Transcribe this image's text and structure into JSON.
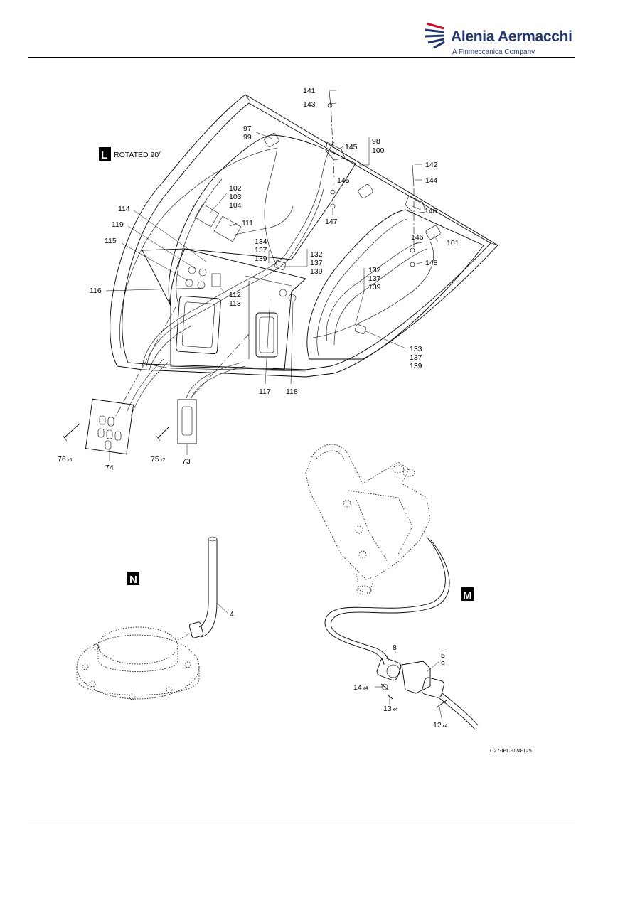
{
  "header": {
    "brand_name": "Alenia Aermacchi",
    "brand_tagline": "A Finmeccanica Company"
  },
  "colors": {
    "brand": "#24366a",
    "logo_accent": "#c8102e",
    "line": "#000000"
  },
  "views": {
    "L": {
      "letter": "L",
      "caption": "ROTATED 90°"
    },
    "N": {
      "letter": "N"
    },
    "M": {
      "letter": "M"
    }
  },
  "callouts": {
    "c141": "141",
    "c143": "143",
    "c97": "97",
    "c99": "99",
    "c145a": "145",
    "c98": "98",
    "c100": "100",
    "c142": "142",
    "c144": "144",
    "c145b": "145",
    "c102": "102",
    "c103": "103",
    "c104": "104",
    "c147": "147",
    "c146a": "146",
    "c111": "111",
    "c114": "114",
    "c119": "119",
    "c115": "115",
    "c134": "134",
    "c137a": "137",
    "c139a": "139",
    "c132a": "132",
    "c137b": "137",
    "c139b": "139",
    "c146b": "146",
    "c101": "101",
    "c148": "148",
    "c132b": "132",
    "c137c": "137",
    "c139c": "139",
    "c116": "116",
    "c112": "112",
    "c113": "113",
    "c133": "133",
    "c137d": "137",
    "c139d": "139",
    "c117": "117",
    "c118": "118",
    "c76": "76",
    "c76q": "x6",
    "c74": "74",
    "c75": "75",
    "c75q": "x2",
    "c73": "73",
    "c4": "4",
    "c8": "8",
    "c5": "5",
    "c9": "9",
    "c14": "14",
    "c14q": "x4",
    "c13": "13",
    "c13q": "x4",
    "c12": "12",
    "c12q": "x4"
  },
  "figure_id": "C27-IPC-024-125"
}
